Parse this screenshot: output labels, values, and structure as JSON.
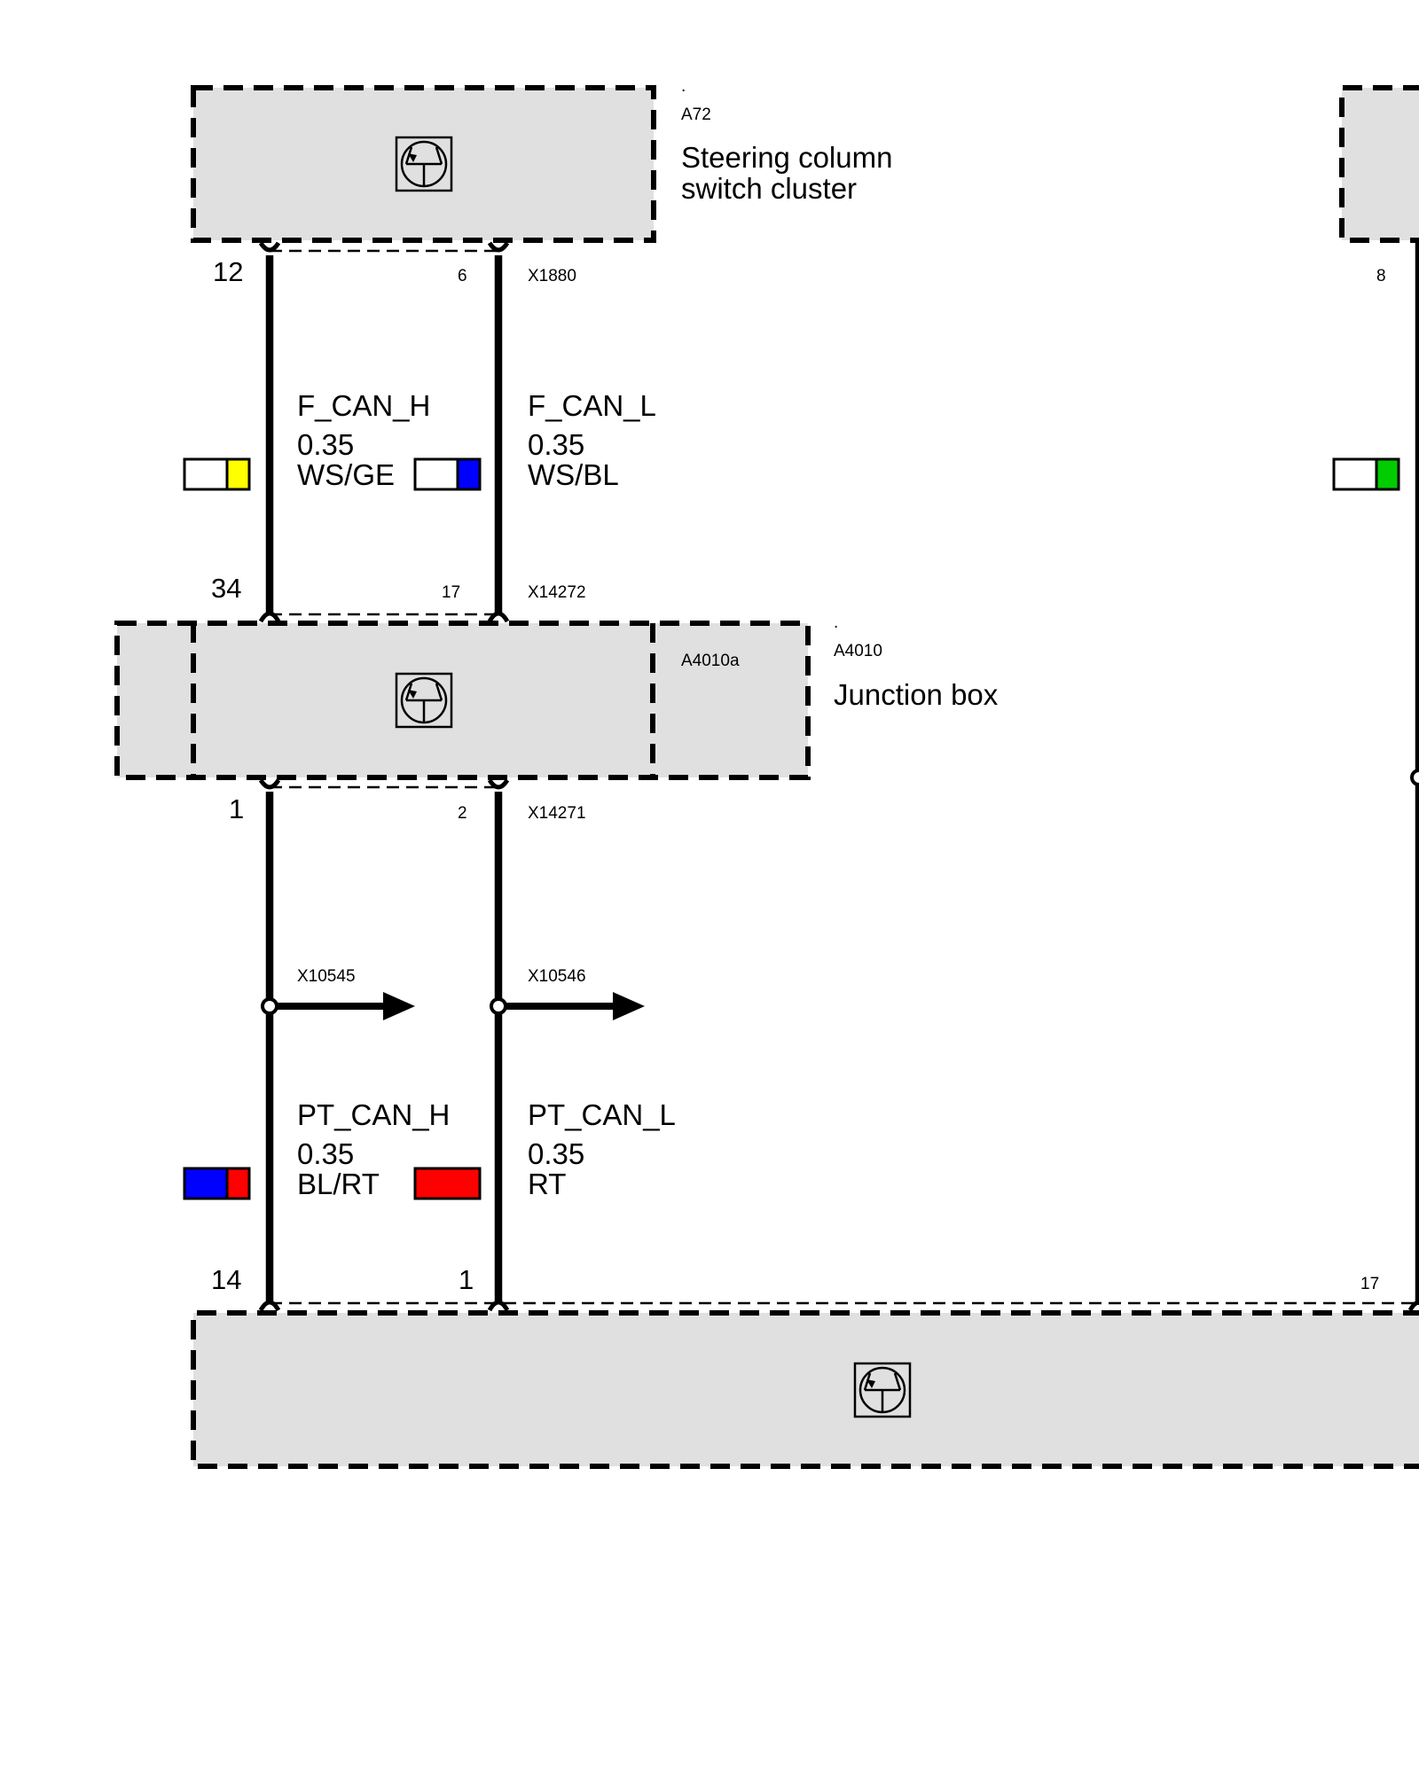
{
  "components": {
    "a72": {
      "dot": ".",
      "id": "A72",
      "name_line1": "Steering column",
      "name_line2": "switch cluster"
    },
    "a4010": {
      "dot": ".",
      "id": "A4010",
      "sub_id": "A4010a",
      "name": "Junction box"
    }
  },
  "connectors": {
    "x1880": {
      "id": "X1880",
      "pin_left": "12",
      "pin_right": "6",
      "pin_far": "8"
    },
    "x14272": {
      "id": "X14272",
      "pin_left": "34",
      "pin_right": "17"
    },
    "x14271": {
      "id": "X14271",
      "pin_left": "1",
      "pin_right": "2"
    },
    "bottom": {
      "pin_left": "14",
      "pin_right": "1",
      "pin_far": "17"
    }
  },
  "splices": {
    "x10545": "X10545",
    "x10546": "X10546"
  },
  "wires": {
    "f_can_h": {
      "name": "F_CAN_H",
      "gauge": "0.35",
      "color_code": "WS/GE",
      "base_color": "#ffffff",
      "stripe_color": "#ffff00"
    },
    "f_can_l": {
      "name": "F_CAN_L",
      "gauge": "0.35",
      "color_code": "WS/BL",
      "base_color": "#ffffff",
      "stripe_color": "#0000ff"
    },
    "far_right": {
      "base_color": "#ffffff",
      "stripe_color": "#00cc00"
    },
    "pt_can_h": {
      "name": "PT_CAN_H",
      "gauge": "0.35",
      "color_code": "BL/RT",
      "base_color": "#0000ff",
      "stripe_color": "#ff0000"
    },
    "pt_can_l": {
      "name": "PT_CAN_L",
      "gauge": "0.35",
      "color_code": "RT",
      "base_color": "#ff0000",
      "stripe_color": "#ff0000"
    }
  },
  "icons": {
    "control_unit": "control-unit-icon",
    "arrow": "arrow-right-icon"
  }
}
